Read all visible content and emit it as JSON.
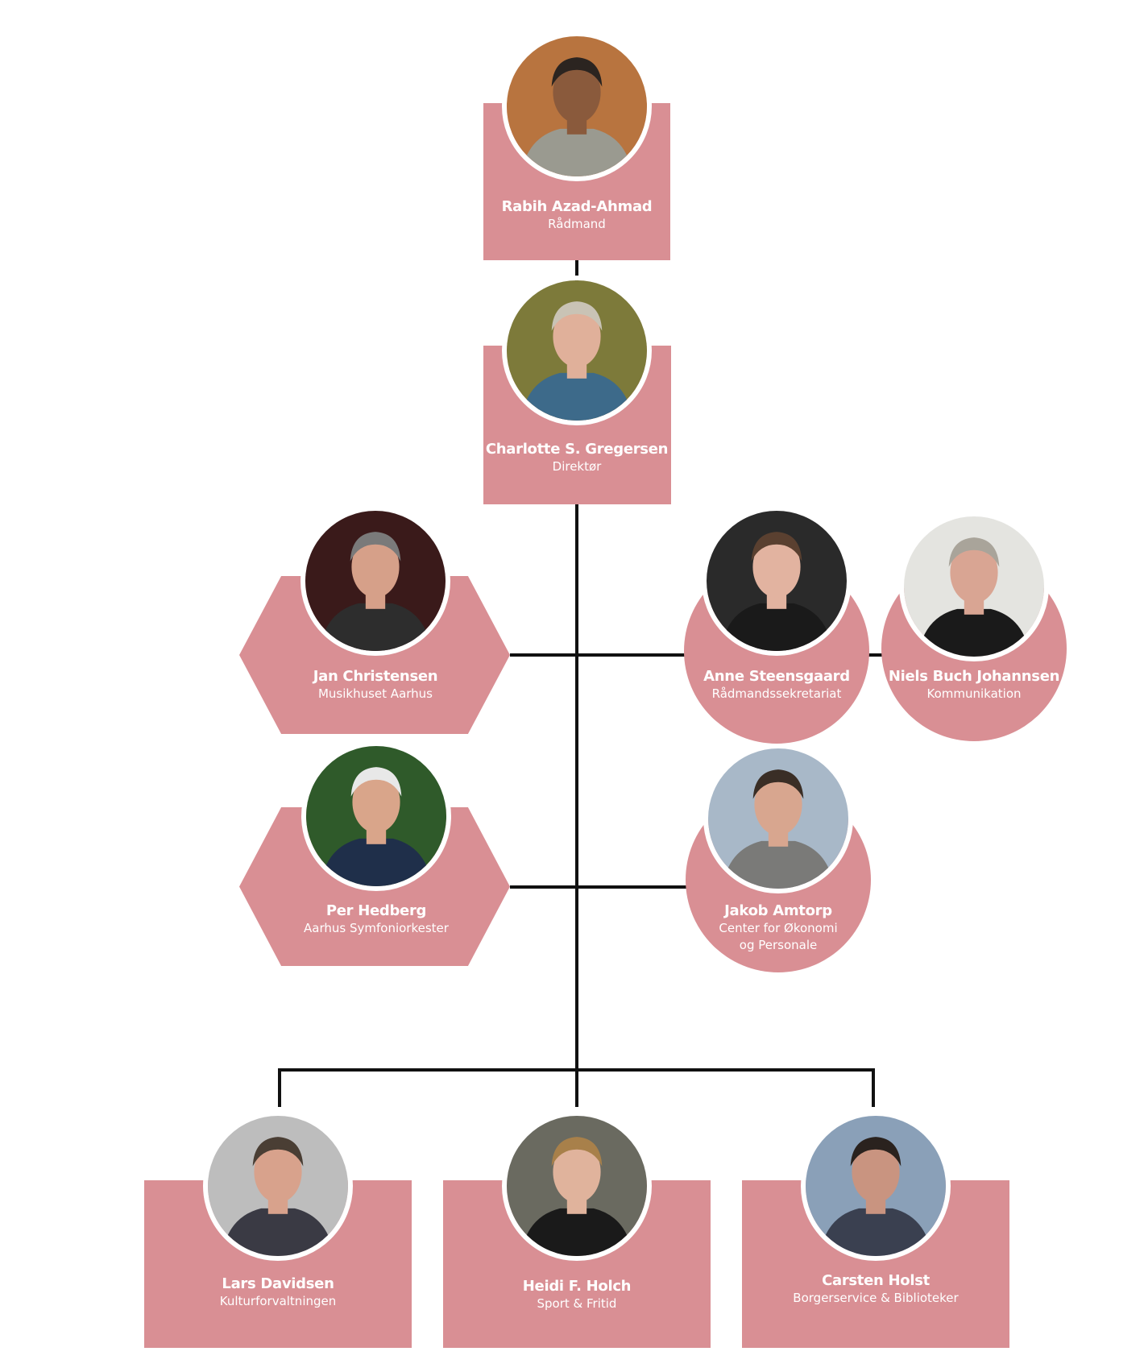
{
  "colors": {
    "node": "#d98f94",
    "line": "#111111",
    "text": "#ffffff"
  },
  "people": [
    {
      "id": "rabih",
      "name": "Rabih Azad-Ahmad",
      "role": [
        "Rådmand"
      ],
      "photo": {
        "bg": "#b8743f",
        "skin": "#8a5a3c",
        "hair": "#2b2420",
        "shirt": "#9a9a90"
      }
    },
    {
      "id": "charlotte",
      "name": "Charlotte S. Gregersen",
      "role": [
        "Direktør"
      ],
      "photo": {
        "bg": "#7d7a3a",
        "skin": "#e0b09a",
        "hair": "#c9c3b5",
        "shirt": "#3d6a8a"
      }
    },
    {
      "id": "jan",
      "name": "Jan Christensen",
      "role": [
        "Musikhuset Aarhus"
      ],
      "photo": {
        "bg": "#3a1a1a",
        "skin": "#d6a089",
        "hair": "#7a7a7a",
        "shirt": "#2d2d2d"
      }
    },
    {
      "id": "anne",
      "name": "Anne Steensgaard",
      "role": [
        "Rådmandssekretariat"
      ],
      "photo": {
        "bg": "#2a2a2a",
        "skin": "#e2b3a0",
        "hair": "#5a4030",
        "shirt": "#1a1a1a"
      }
    },
    {
      "id": "niels",
      "name": "Niels Buch Johannsen",
      "role": [
        "Kommunikation"
      ],
      "photo": {
        "bg": "#e4e4e0",
        "skin": "#d9a593",
        "hair": "#a9a49a",
        "shirt": "#1a1a1a"
      }
    },
    {
      "id": "per",
      "name": "Per Hedberg",
      "role": [
        "Aarhus Symfoniorkester"
      ],
      "photo": {
        "bg": "#2f5a2a",
        "skin": "#d9a58a",
        "hair": "#e8e8e8",
        "shirt": "#1f2f4a"
      }
    },
    {
      "id": "jakob",
      "name": "Jakob Amtorp",
      "role": [
        "Center for Økonomi",
        "og Personale"
      ],
      "photo": {
        "bg": "#a8b8c8",
        "skin": "#d8a68f",
        "hair": "#3a2e26",
        "shirt": "#7a7a78"
      }
    },
    {
      "id": "lars",
      "name": "Lars Davidsen",
      "role": [
        "Kulturforvaltningen"
      ],
      "photo": {
        "bg": "#bdbdbd",
        "skin": "#d8a28c",
        "hair": "#4a3e34",
        "shirt": "#3a3a44"
      }
    },
    {
      "id": "heidi",
      "name": "Heidi F. Holch",
      "role": [
        "Sport & Fritid"
      ],
      "photo": {
        "bg": "#6a6a60",
        "skin": "#e0b39c",
        "hair": "#a8804a",
        "shirt": "#1a1a1a"
      }
    },
    {
      "id": "carsten",
      "name": "Carsten Holst",
      "role": [
        "Borgerservice & Biblioteker"
      ],
      "photo": {
        "bg": "#8aa0b8",
        "skin": "#c99480",
        "hair": "#2a221e",
        "shirt": "#3a4050"
      }
    }
  ]
}
